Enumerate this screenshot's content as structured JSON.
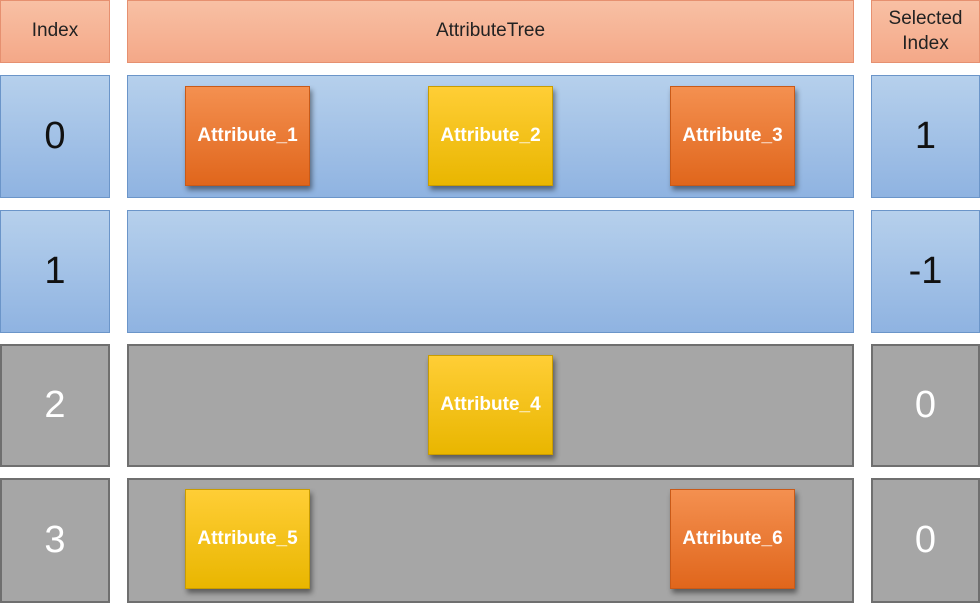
{
  "headers": {
    "index": "Index",
    "tree": "AttributeTree",
    "selected": "Selected\nIndex"
  },
  "rows": [
    {
      "index": "0",
      "selected": "1",
      "attributes": [
        {
          "label": "Attribute_1",
          "color": "orange"
        },
        {
          "label": "Attribute_2",
          "color": "yellow"
        },
        {
          "label": "Attribute_3",
          "color": "orange"
        }
      ]
    },
    {
      "index": "1",
      "selected": "-1",
      "attributes": []
    },
    {
      "index": "2",
      "selected": "0",
      "attributes": [
        {
          "label": "Attribute_4",
          "color": "yellow"
        }
      ]
    },
    {
      "index": "3",
      "selected": "0",
      "attributes": [
        {
          "label": "Attribute_5",
          "color": "yellow"
        },
        {
          "label": "Attribute_6",
          "color": "orange"
        }
      ]
    }
  ],
  "colors": {
    "header": "#f4a888",
    "blue_row": "#a4c2e8",
    "gray_row": "#a6a6a6",
    "orange": "#e87a30",
    "yellow": "#ffc819"
  }
}
